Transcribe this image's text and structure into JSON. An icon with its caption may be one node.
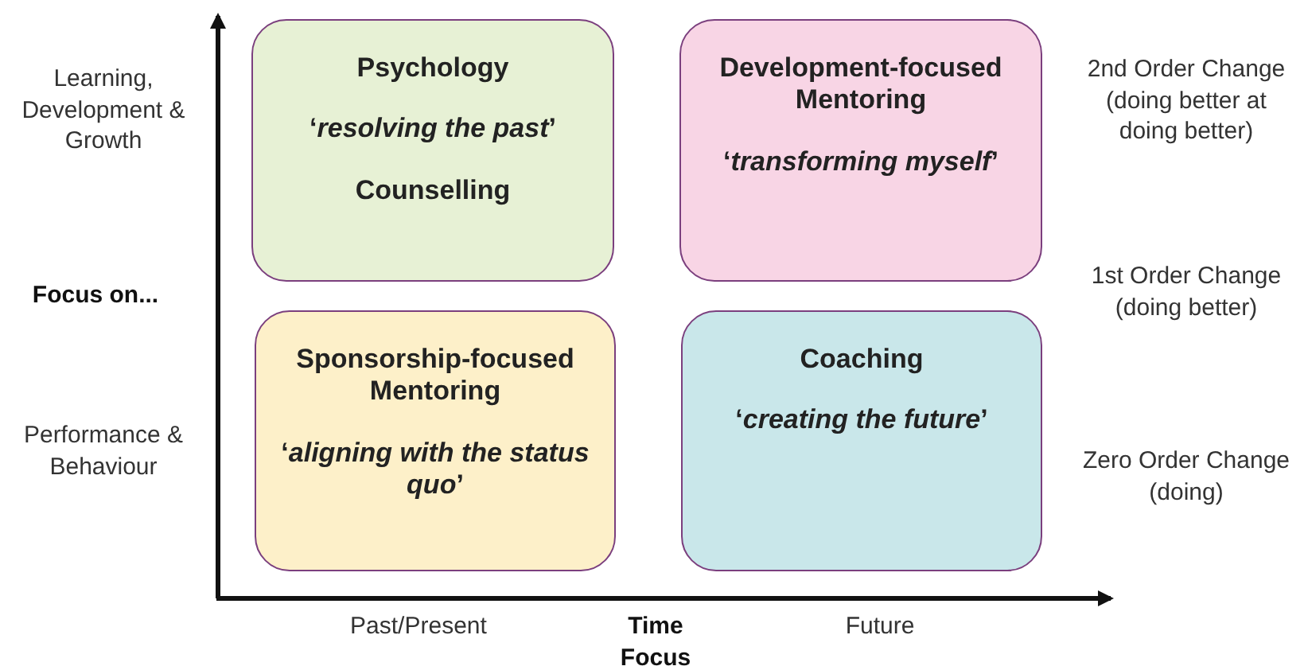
{
  "diagram": {
    "nodes": [
      {
        "text": [
          "Psychology",
          "‘*resolving the past*’",
          "Counselling"
        ]
      },
      {
        "text": [
          "Development-focused Mentoring",
          "‘*transforming myself*’"
        ]
      },
      {
        "text": [
          "Sponsorship-focused Mentoring",
          "‘*aligning with the status quo*’"
        ]
      },
      {
        "text": [
          "Coaching",
          "‘*creating the future*’"
        ]
      }
    ],
    "edges": [],
    "labels": [
      "Learning, Development & Growth",
      "2nd Order Change (doing better at doing better)",
      "Focus on...",
      "1st Order Change (doing better)",
      "Performance & Behaviour",
      "Zero Order Change (doing)",
      "Past/Present",
      "Time Focus",
      "Future"
    ]
  }
}
